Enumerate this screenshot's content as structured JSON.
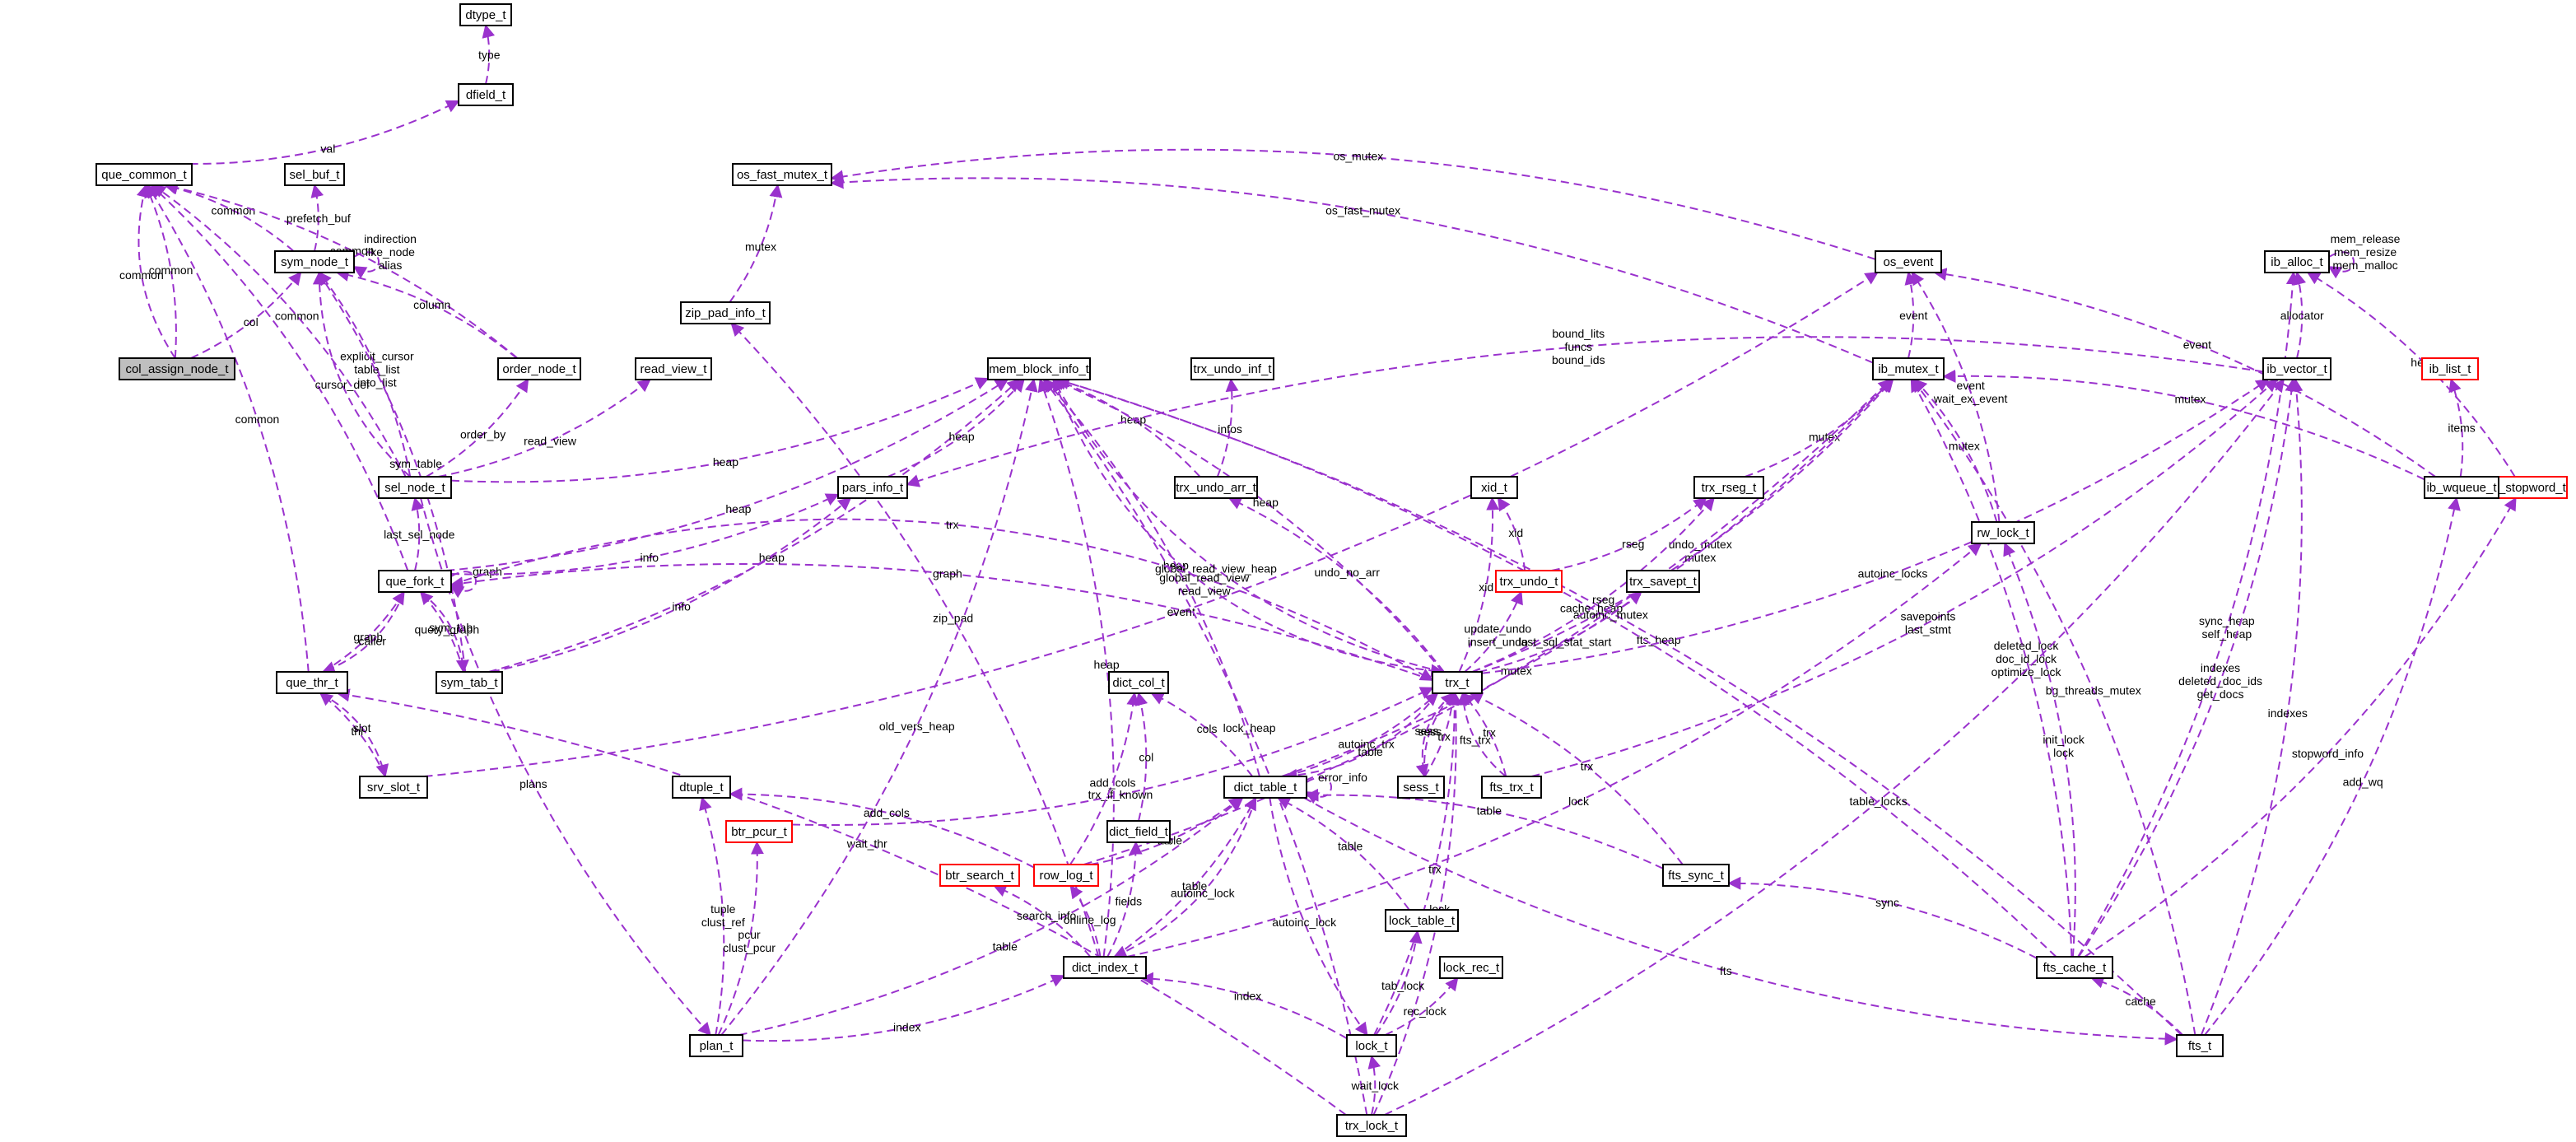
{
  "colors": {
    "edge": "#9a32cd",
    "node_border": "#000000",
    "incomplete_border": "#ff0000",
    "focus_fill": "#bfbfbf"
  },
  "nodes": [
    {
      "id": "dtype_t",
      "label": "dtype_t"
    },
    {
      "id": "dfield_t",
      "label": "dfield_t"
    },
    {
      "id": "que_common_t",
      "label": "que_common_t"
    },
    {
      "id": "sel_buf_t",
      "label": "sel_buf_t"
    },
    {
      "id": "sym_node_t",
      "label": "sym_node_t"
    },
    {
      "id": "col_assign_node_t",
      "label": "col_assign_node_t",
      "focus": true
    },
    {
      "id": "order_node_t",
      "label": "order_node_t"
    },
    {
      "id": "read_view_t",
      "label": "read_view_t"
    },
    {
      "id": "sel_node_t",
      "label": "sel_node_t"
    },
    {
      "id": "que_fork_t",
      "label": "que_fork_t"
    },
    {
      "id": "que_thr_t",
      "label": "que_thr_t"
    },
    {
      "id": "sym_tab_t",
      "label": "sym_tab_t"
    },
    {
      "id": "srv_slot_t",
      "label": "srv_slot_t"
    },
    {
      "id": "os_fast_mutex_t",
      "label": "os_fast_mutex_t"
    },
    {
      "id": "zip_pad_info_t",
      "label": "zip_pad_info_t"
    },
    {
      "id": "mem_block_info_t",
      "label": "mem_block_info_t"
    },
    {
      "id": "trx_undo_inf_t",
      "label": "trx_undo_inf_t"
    },
    {
      "id": "trx_undo_arr_t",
      "label": "trx_undo_arr_t"
    },
    {
      "id": "pars_info_t",
      "label": "pars_info_t"
    },
    {
      "id": "os_event",
      "label": "os_event"
    },
    {
      "id": "ib_mutex_t",
      "label": "ib_mutex_t"
    },
    {
      "id": "ib_alloc_t",
      "label": "ib_alloc_t"
    },
    {
      "id": "ib_vector_t",
      "label": "ib_vector_t"
    },
    {
      "id": "ib_list_t",
      "label": "ib_list_t",
      "incomplete": true
    },
    {
      "id": "fts_stopword_t",
      "label": "fts_stopword_t",
      "incomplete": true
    },
    {
      "id": "ib_wqueue_t",
      "label": "ib_wqueue_t"
    },
    {
      "id": "xid_t",
      "label": "xid_t"
    },
    {
      "id": "trx_rseg_t",
      "label": "trx_rseg_t"
    },
    {
      "id": "rw_lock_t",
      "label": "rw_lock_t"
    },
    {
      "id": "trx_undo_t",
      "label": "trx_undo_t",
      "incomplete": true
    },
    {
      "id": "trx_savept_t",
      "label": "trx_savept_t"
    },
    {
      "id": "trx_t",
      "label": "trx_t"
    },
    {
      "id": "dict_col_t",
      "label": "dict_col_t"
    },
    {
      "id": "dtuple_t",
      "label": "dtuple_t"
    },
    {
      "id": "btr_pcur_t",
      "label": "btr_pcur_t",
      "incomplete": true
    },
    {
      "id": "dict_table_t",
      "label": "dict_table_t"
    },
    {
      "id": "sess_t",
      "label": "sess_t"
    },
    {
      "id": "fts_trx_t",
      "label": "fts_trx_t"
    },
    {
      "id": "dict_field_t",
      "label": "dict_field_t"
    },
    {
      "id": "btr_search_t",
      "label": "btr_search_t",
      "incomplete": true
    },
    {
      "id": "row_log_t",
      "label": "row_log_t",
      "incomplete": true
    },
    {
      "id": "fts_sync_t",
      "label": "fts_sync_t"
    },
    {
      "id": "lock_table_t",
      "label": "lock_table_t"
    },
    {
      "id": "lock_rec_t",
      "label": "lock_rec_t"
    },
    {
      "id": "dict_index_t",
      "label": "dict_index_t"
    },
    {
      "id": "plan_t",
      "label": "plan_t"
    },
    {
      "id": "lock_t",
      "label": "lock_t"
    },
    {
      "id": "fts_cache_t",
      "label": "fts_cache_t"
    },
    {
      "id": "fts_t",
      "label": "fts_t"
    },
    {
      "id": "trx_lock_t",
      "label": "trx_lock_t"
    }
  ],
  "edges": [
    {
      "from": "dtype_t",
      "to": "dfield_t",
      "label": [
        "type"
      ]
    },
    {
      "from": "dfield_t",
      "to": "que_common_t",
      "label": [
        "val"
      ]
    },
    {
      "from": "que_common_t",
      "to": "sym_node_t",
      "label": [
        "common"
      ]
    },
    {
      "from": "que_common_t",
      "to": "col_assign_node_t",
      "label": [
        "common"
      ]
    },
    {
      "from": "que_common_t",
      "to": "col_assign_node_t",
      "label": [
        "common"
      ]
    },
    {
      "from": "que_common_t",
      "to": "order_node_t",
      "label": [
        "common"
      ]
    },
    {
      "from": "que_common_t",
      "to": "sel_node_t",
      "label": [
        "common"
      ]
    },
    {
      "from": "que_common_t",
      "to": "que_thr_t",
      "label": [
        "common"
      ]
    },
    {
      "from": "que_common_t",
      "to": "que_fork_t",
      "label": []
    },
    {
      "from": "sel_buf_t",
      "to": "sym_node_t",
      "label": [
        "prefetch_buf"
      ]
    },
    {
      "from": "sym_node_t",
      "to": "sym_node_t",
      "label": [
        "indirection",
        "like_node",
        "alias"
      ]
    },
    {
      "from": "sym_node_t",
      "to": "col_assign_node_t",
      "label": [
        "col"
      ]
    },
    {
      "from": "sym_node_t",
      "to": "order_node_t",
      "label": [
        "column"
      ]
    },
    {
      "from": "sym_node_t",
      "to": "sel_node_t",
      "label": [
        "explicit_cursor",
        "table_list",
        "into_list"
      ]
    },
    {
      "from": "sym_node_t",
      "to": "sel_node_t",
      "label": [
        "cursor_def"
      ]
    },
    {
      "from": "sym_node_t",
      "to": "sym_tab_t",
      "label": [
        "sym_table"
      ]
    },
    {
      "from": "order_node_t",
      "to": "sel_node_t",
      "label": [
        "order_by"
      ]
    },
    {
      "from": "read_view_t",
      "to": "sel_node_t",
      "label": [
        "read_view"
      ]
    },
    {
      "from": "sel_node_t",
      "to": "que_fork_t",
      "label": [
        "last_sel_node"
      ]
    },
    {
      "from": "que_fork_t",
      "to": "que_fork_t",
      "label": [
        "graph"
      ]
    },
    {
      "from": "que_fork_t",
      "to": "que_thr_t",
      "label": [
        "graph"
      ]
    },
    {
      "from": "que_fork_t",
      "to": "sym_tab_t",
      "label": [
        "query_graph"
      ]
    },
    {
      "from": "que_fork_t",
      "to": "trx_t",
      "label": [
        "graph"
      ]
    },
    {
      "from": "que_thr_t",
      "to": "que_fork_t",
      "label": [
        "caller"
      ]
    },
    {
      "from": "que_thr_t",
      "to": "srv_slot_t",
      "label": [
        "thr"
      ]
    },
    {
      "from": "que_thr_t",
      "to": "trx_lock_t",
      "label": [
        "wait_thr"
      ]
    },
    {
      "from": "sym_tab_t",
      "to": "que_fork_t",
      "label": [
        "sym_tab"
      ]
    },
    {
      "from": "srv_slot_t",
      "to": "que_thr_t",
      "label": [
        "slot"
      ]
    },
    {
      "from": "os_event",
      "to": "srv_slot_t",
      "label": [
        "event"
      ]
    },
    {
      "from": "os_fast_mutex_t",
      "to": "zip_pad_info_t",
      "label": [
        "mutex"
      ]
    },
    {
      "from": "os_fast_mutex_t",
      "to": "os_event",
      "label": [
        "os_mutex"
      ]
    },
    {
      "from": "os_fast_mutex_t",
      "to": "ib_mutex_t",
      "label": [
        "os_fast_mutex"
      ]
    },
    {
      "from": "zip_pad_info_t",
      "to": "dict_index_t",
      "label": [
        "zip_pad"
      ]
    },
    {
      "from": "mem_block_info_t",
      "to": "sel_node_t",
      "label": [
        "heap"
      ]
    },
    {
      "from": "mem_block_info_t",
      "to": "que_fork_t",
      "label": [
        "heap"
      ]
    },
    {
      "from": "mem_block_info_t",
      "to": "sym_tab_t",
      "label": [
        "heap"
      ]
    },
    {
      "from": "mem_block_info_t",
      "to": "pars_info_t",
      "label": [
        "heap"
      ]
    },
    {
      "from": "mem_block_info_t",
      "to": "trx_undo_arr_t",
      "label": [
        "heap"
      ]
    },
    {
      "from": "mem_block_info_t",
      "to": "plan_t",
      "label": [
        "old_vers_heap"
      ]
    },
    {
      "from": "mem_block_info_t",
      "to": "dict_index_t",
      "label": [
        "heap"
      ]
    },
    {
      "from": "mem_block_info_t",
      "to": "dict_table_t",
      "label": [
        "heap"
      ]
    },
    {
      "from": "mem_block_info_t",
      "to": "trx_t",
      "label": [
        "heap"
      ]
    },
    {
      "from": "mem_block_info_t",
      "to": "trx_t",
      "label": [
        "global_read_view_heap"
      ]
    },
    {
      "from": "mem_block_info_t",
      "to": "trx_lock_t",
      "label": [
        "lock_heap"
      ]
    },
    {
      "from": "mem_block_info_t",
      "to": "fts_t",
      "label": [
        "fts_heap"
      ]
    },
    {
      "from": "mem_block_info_t",
      "to": "fts_cache_t",
      "label": [
        "cache_heap"
      ]
    },
    {
      "from": "trx_undo_inf_t",
      "to": "trx_undo_arr_t",
      "label": [
        "infos"
      ]
    },
    {
      "from": "trx_undo_arr_t",
      "to": "trx_t",
      "label": [
        "undo_no_arr"
      ]
    },
    {
      "from": "pars_info_t",
      "to": "que_fork_t",
      "label": [
        "info"
      ]
    },
    {
      "from": "pars_info_t",
      "to": "ib_vector_t",
      "label": [
        "bound_lits",
        "funcs",
        "bound_ids"
      ]
    },
    {
      "from": "pars_info_t",
      "to": "sym_tab_t",
      "label": [
        "info"
      ]
    },
    {
      "from": "os_event",
      "to": "ib_mutex_t",
      "label": [
        "event"
      ]
    },
    {
      "from": "os_event",
      "to": "rw_lock_t",
      "label": [
        "event",
        "wait_ex_event"
      ]
    },
    {
      "from": "os_event",
      "to": "ib_wqueue_t",
      "label": [
        "event"
      ]
    },
    {
      "from": "ib_mutex_t",
      "to": "trx_rseg_t",
      "label": [
        "mutex"
      ]
    },
    {
      "from": "ib_mutex_t",
      "to": "rw_lock_t",
      "label": [
        "mutex"
      ]
    },
    {
      "from": "ib_mutex_t",
      "to": "ib_wqueue_t",
      "label": [
        "mutex"
      ]
    },
    {
      "from": "ib_mutex_t",
      "to": "trx_t",
      "label": [
        "undo_mutex",
        "mutex"
      ]
    },
    {
      "from": "ib_mutex_t",
      "to": "dict_table_t",
      "label": [
        "autoinc_mutex"
      ]
    },
    {
      "from": "ib_mutex_t",
      "to": "row_log_t",
      "label": [
        "mutex"
      ]
    },
    {
      "from": "ib_mutex_t",
      "to": "fts_cache_t",
      "label": [
        "deleted_lock",
        "doc_id_lock",
        "optimize_lock"
      ]
    },
    {
      "from": "ib_mutex_t",
      "to": "fts_t",
      "label": [
        "bg_threads_mutex"
      ]
    },
    {
      "from": "ib_alloc_t",
      "to": "ib_alloc_t",
      "label": [
        "mem_release",
        "mem_resize",
        "mem_malloc"
      ]
    },
    {
      "from": "ib_alloc_t",
      "to": "ib_vector_t",
      "label": [
        "allocator"
      ]
    },
    {
      "from": "ib_alloc_t",
      "to": "fts_stopword_t",
      "label": [
        "heap"
      ]
    },
    {
      "from": "ib_alloc_t",
      "to": "fts_cache_t",
      "label": [
        "sync_heap",
        "self_heap"
      ]
    },
    {
      "from": "ib_vector_t",
      "to": "trx_t",
      "label": [
        "autoinc_locks"
      ]
    },
    {
      "from": "ib_vector_t",
      "to": "fts_trx_t",
      "label": [
        "savepoints",
        "last_stmt"
      ]
    },
    {
      "from": "ib_vector_t",
      "to": "fts_cache_t",
      "label": [
        "indexes",
        "deleted_doc_ids",
        "get_docs"
      ]
    },
    {
      "from": "ib_vector_t",
      "to": "fts_t",
      "label": [
        "indexes"
      ]
    },
    {
      "from": "ib_vector_t",
      "to": "trx_lock_t",
      "label": [
        "table_locks"
      ]
    },
    {
      "from": "ib_list_t",
      "to": "ib_wqueue_t",
      "label": [
        "items"
      ]
    },
    {
      "from": "fts_stopword_t",
      "to": "fts_cache_t",
      "label": [
        "stopword_info"
      ]
    },
    {
      "from": "ib_wqueue_t",
      "to": "fts_t",
      "label": [
        "add_wq"
      ]
    },
    {
      "from": "xid_t",
      "to": "trx_undo_t",
      "label": [
        "xid"
      ]
    },
    {
      "from": "xid_t",
      "to": "trx_t",
      "label": [
        "xid"
      ]
    },
    {
      "from": "trx_rseg_t",
      "to": "trx_undo_t",
      "label": [
        "rseg"
      ]
    },
    {
      "from": "trx_rseg_t",
      "to": "trx_t",
      "label": [
        "rseg"
      ]
    },
    {
      "from": "rw_lock_t",
      "to": "dict_index_t",
      "label": [
        "lock"
      ]
    },
    {
      "from": "rw_lock_t",
      "to": "fts_cache_t",
      "label": [
        "init_lock",
        "lock"
      ]
    },
    {
      "from": "trx_undo_t",
      "to": "trx_t",
      "label": [
        "update_undo",
        "insert_undo"
      ]
    },
    {
      "from": "trx_savept_t",
      "to": "trx_t",
      "label": [
        "last_sql_stat_start"
      ]
    },
    {
      "from": "trx_t",
      "to": "que_fork_t",
      "label": [
        "trx"
      ]
    },
    {
      "from": "trx_t",
      "to": "sess_t",
      "label": [
        "trx"
      ]
    },
    {
      "from": "trx_t",
      "to": "sess_t",
      "label": [
        "sess"
      ]
    },
    {
      "from": "trx_t",
      "to": "fts_trx_t",
      "label": [
        "trx"
      ]
    },
    {
      "from": "trx_t",
      "to": "fts_trx_t",
      "label": [
        "fts_trx"
      ]
    },
    {
      "from": "trx_t",
      "to": "dict_table_t",
      "label": [
        "autoinc_trx"
      ]
    },
    {
      "from": "trx_t",
      "to": "btr_pcur_t",
      "label": [
        "trx_if_known"
      ]
    },
    {
      "from": "trx_t",
      "to": "lock_t",
      "label": [
        "trx"
      ]
    },
    {
      "from": "trx_t",
      "to": "trx_lock_t",
      "label": [
        "lock"
      ]
    },
    {
      "from": "trx_t",
      "to": "fts_sync_t",
      "label": [
        "trx"
      ]
    },
    {
      "from": "trx_t",
      "to": "mem_block_info_t",
      "label": [
        "global_read_view",
        "read_view"
      ]
    },
    {
      "from": "dict_col_t",
      "to": "dict_table_t",
      "label": [
        "cols"
      ]
    },
    {
      "from": "dict_col_t",
      "to": "dict_field_t",
      "label": [
        "col"
      ]
    },
    {
      "from": "dict_col_t",
      "to": "row_log_t",
      "label": [
        "add_cols"
      ]
    },
    {
      "from": "dtuple_t",
      "to": "plan_t",
      "label": [
        "tuple",
        "clust_ref"
      ]
    },
    {
      "from": "dtuple_t",
      "to": "row_log_t",
      "label": [
        "add_cols"
      ]
    },
    {
      "from": "btr_pcur_t",
      "to": "plan_t",
      "label": [
        "pcur",
        "clust_pcur"
      ]
    },
    {
      "from": "dict_table_t",
      "to": "trx_t",
      "label": [
        "table"
      ]
    },
    {
      "from": "dict_table_t",
      "to": "dict_index_t",
      "label": [
        "table"
      ]
    },
    {
      "from": "dict_table_t",
      "to": "plan_t",
      "label": [
        "table"
      ]
    },
    {
      "from": "dict_table_t",
      "to": "row_log_t",
      "label": [
        "table"
      ]
    },
    {
      "from": "dict_table_t",
      "to": "lock_table_t",
      "label": [
        "table"
      ]
    },
    {
      "from": "dict_table_t",
      "to": "fts_sync_t",
      "label": [
        "table"
      ]
    },
    {
      "from": "dict_table_t",
      "to": "dict_table_t",
      "label": [
        "error_info"
      ]
    },
    {
      "from": "sess_t",
      "to": "trx_t",
      "label": [
        "sess"
      ]
    },
    {
      "from": "dict_field_t",
      "to": "dict_index_t",
      "label": [
        "fields"
      ]
    },
    {
      "from": "btr_search_t",
      "to": "dict_index_t",
      "label": [
        "search_info"
      ]
    },
    {
      "from": "row_log_t",
      "to": "dict_index_t",
      "label": [
        "online_log"
      ]
    },
    {
      "from": "fts_sync_t",
      "to": "fts_cache_t",
      "label": [
        "sync"
      ]
    },
    {
      "from": "lock_table_t",
      "to": "lock_t",
      "label": [
        "tab_lock"
      ]
    },
    {
      "from": "lock_rec_t",
      "to": "lock_t",
      "label": [
        "rec_lock"
      ]
    },
    {
      "from": "dict_index_t",
      "to": "plan_t",
      "label": [
        "index"
      ]
    },
    {
      "from": "dict_index_t",
      "to": "lock_t",
      "label": [
        "index"
      ]
    },
    {
      "from": "dict_index_t",
      "to": "dict_table_t",
      "label": [
        "autoinc_lock"
      ]
    },
    {
      "from": "plan_t",
      "to": "sel_node_t",
      "label": [
        "plans"
      ]
    },
    {
      "from": "lock_t",
      "to": "dict_table_t",
      "label": [
        "autoinc_lock"
      ]
    },
    {
      "from": "lock_t",
      "to": "trx_lock_t",
      "label": [
        "wait_lock"
      ]
    },
    {
      "from": "fts_cache_t",
      "to": "fts_t",
      "label": [
        "cache"
      ]
    },
    {
      "from": "fts_t",
      "to": "dict_table_t",
      "label": [
        "fts"
      ]
    }
  ]
}
